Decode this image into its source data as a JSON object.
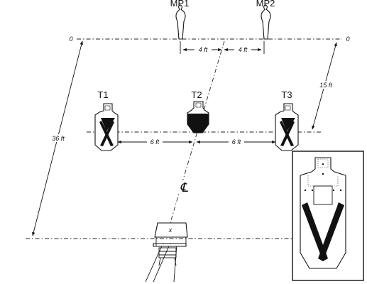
{
  "diagram": {
    "positions": [
      {
        "label": "MP1"
      },
      {
        "label": "MP2"
      }
    ],
    "targets": [
      {
        "label": "T1"
      },
      {
        "label": "T2"
      },
      {
        "label": "T3"
      }
    ],
    "line_labels": {
      "left_zero": "0",
      "right_zero": "0"
    },
    "measurements": {
      "mp_left": "4 ft",
      "mp_right": "4 ft",
      "target_left": "6 ft",
      "target_right": "6 ft",
      "range_depth": "15 ft",
      "total_depth": "36 ft"
    },
    "centerline_symbol": "℄",
    "desk_mark": "x"
  }
}
